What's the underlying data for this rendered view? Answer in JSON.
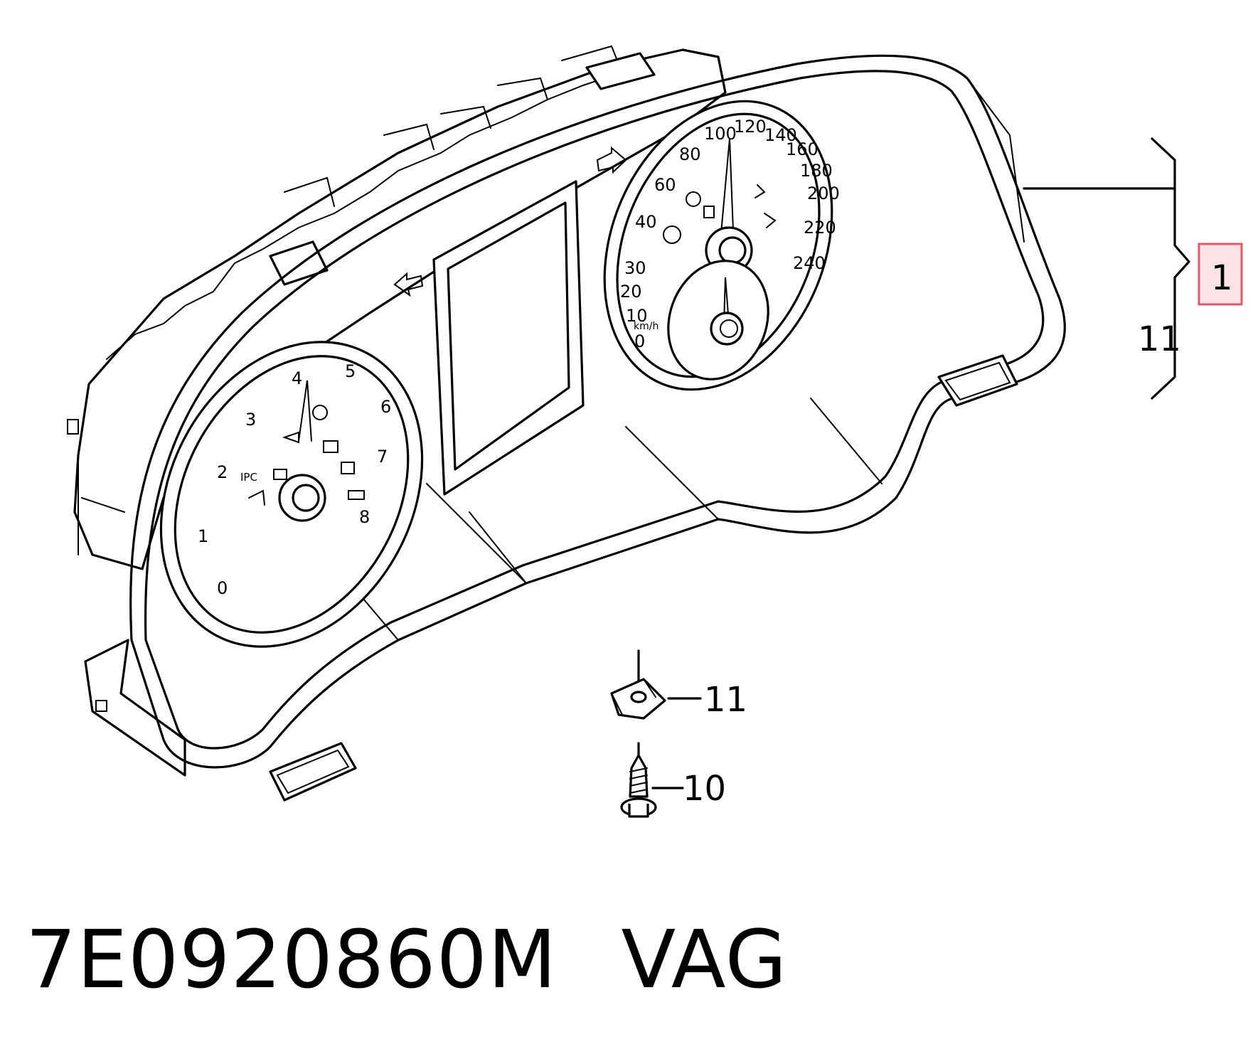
{
  "diagram": {
    "part_number": "7E0920860M",
    "brand": "VAG",
    "callouts": {
      "main": "1",
      "bracket_sub": "11",
      "clip_nut": "11",
      "screw": "10"
    },
    "highlight_color": "#e05a6a",
    "tachometer_labels": [
      "0",
      "1",
      "2",
      "3",
      "4",
      "5",
      "6",
      "7",
      "8"
    ],
    "tacho_mark": "IPC",
    "speedometer_labels": [
      "0",
      "10",
      "20",
      "30",
      "40",
      "60",
      "80",
      "100",
      "120",
      "140",
      "160",
      "180",
      "200",
      "220",
      "240"
    ],
    "speed_unit": "km/h"
  }
}
